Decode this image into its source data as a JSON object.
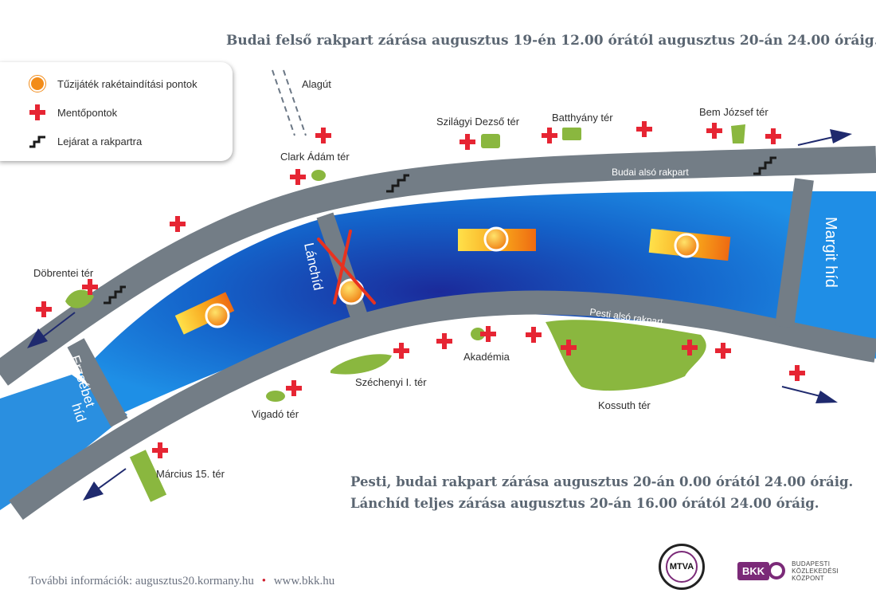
{
  "notices": {
    "top": "Budai felső rakpart zárása augusztus 19-én 12.00 órától augusztus 20-án 24.00 óráig.",
    "bottom_1": "Pesti, budai rakpart zárása augusztus 20-án 0.00 órától 24.00 óráig.",
    "bottom_2": "Lánchíd teljes zárása augusztus 20-án 16.00 órától 24.00 óráig."
  },
  "legend": {
    "fireworks": "Tűzijáték rakétaindítási pontok",
    "ambulance": "Mentőpontok",
    "ramp": "Lejárat a rakpartra"
  },
  "places": {
    "alagut": "Alagút",
    "clark": "Clark Ádám tér",
    "szilagyi": "Szilágyi Dezső tér",
    "batthyany": "Batthyány tér",
    "bem": "Bem József tér",
    "dobrentei": "Döbrentei tér",
    "szechenyi": "Széchenyi I. tér",
    "akademia": "Akadémia",
    "kossuth": "Kossuth tér",
    "vigado": "Vigadó tér",
    "marcius": "Március 15. tér"
  },
  "roads": {
    "budai": "Budai alsó rakpart",
    "pesti": "Pesti alsó rakpart"
  },
  "bridges": {
    "lanchid": "Lánchíd",
    "margit": "Margit híd",
    "erzsebet_1": "Erzsébet",
    "erzsebet_2": "híd"
  },
  "footer": {
    "prefix": "További információk:",
    "url1": "augusztus20.kormany.hu",
    "url2": "www.bkk.hu"
  },
  "logos": {
    "mtva": "MTVA",
    "bkk": "BKK",
    "bkk_line1": "BUDAPESTI",
    "bkk_line2": "KÖZLEKEDÉSI",
    "bkk_line3": "KÖZPONT"
  },
  "colors": {
    "river": "#1a7fd6",
    "river_dark": "#1b2f9e",
    "road": "#737d86",
    "park": "#8ab73f",
    "cross": "#e62533",
    "arrow": "#1f2a6e",
    "firework": "#f28c1a"
  }
}
